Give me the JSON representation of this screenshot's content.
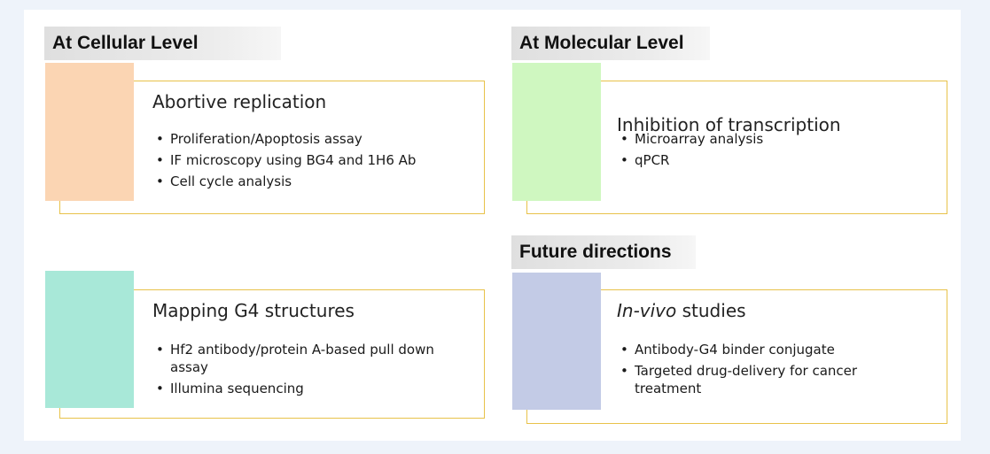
{
  "sections": [
    {
      "header": "At Cellular Level",
      "swatch_color": "#fbd5b3",
      "title": "Abortive replication",
      "bullets": [
        "Proliferation/Apoptosis assay",
        "IF microscopy using BG4 and 1H6 Ab",
        "Cell cycle analysis"
      ]
    },
    {
      "header": "At Molecular Level",
      "swatch_color": "#cff7c0",
      "title": "Inhibition of transcription",
      "bullets": [
        "Microarray analysis",
        "qPCR"
      ]
    },
    {
      "header": "",
      "swatch_color": "#a8e8d8",
      "title": "Mapping G4 structures",
      "bullets": [
        "Hf2 antibody/protein A-based pull down assay",
        "Illumina sequencing"
      ]
    },
    {
      "header": "Future directions",
      "swatch_color": "#c3cbe6",
      "title_italic": "In-vivo",
      "title_rest": " studies",
      "bullets": [
        "Antibody-G4 binder conjugate",
        "Targeted drug-delivery for cancer treatment"
      ]
    }
  ],
  "colors": {
    "card_border": "#e8c24a",
    "header_bg": "#e4e4e4",
    "page_bg": "#eef3fa"
  }
}
